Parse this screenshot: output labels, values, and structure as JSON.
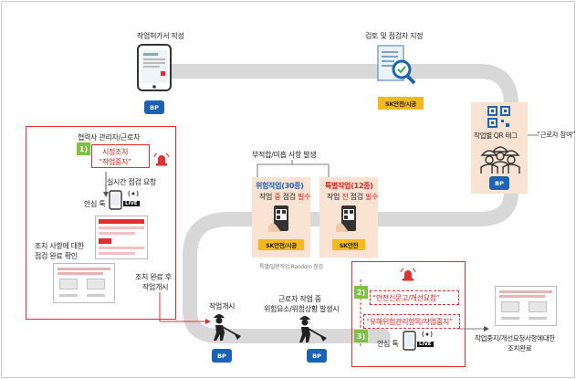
{
  "steps": {
    "write_permit": "작업허가서 작성",
    "review": "검토 및 점검자 지정",
    "sk_safety_public": "SK안전/시공",
    "qr_tag": "작업별 QR 태그",
    "worker_participation": "“근로자 참여”",
    "partner_manager": "협력사 관리자/근로자",
    "onsite_action": "시정조치",
    "stop_work": "“작업중지”",
    "realtime_request": "실시간 점검 요청",
    "safety_talk": "안심 톡",
    "live": "LIVE",
    "confirm_line1": "조치 사항에 대한",
    "confirm_line2": "점검 완료 확인",
    "after_done_line1": "조치 완료 후",
    "after_done_line2": "작업개시",
    "nonconformity": "부적합/미흡 사항 발생",
    "danger_work": "위험작업(30종)",
    "danger_check_prefix": "작업 ",
    "danger_check_mid": "중",
    "danger_check_suffix": " 점검 ",
    "danger_required": "필수",
    "special_work": "특별작업(12종)",
    "special_check_mid": "전",
    "random_check": "특별/일반작업 Random 점검",
    "work_start": "작업개시",
    "worker_line1": "근로자 작업 중",
    "worker_line2": "위험요소/위험상황 발생시",
    "safety_request": "“안전신문고/개선요청”",
    "hazard_stop": "“유해위험관리항목/작업중지”",
    "final_line1": "작업중지/개선요청사항에대한",
    "final_line2": "조치완료",
    "sk_safety": "SK안전",
    "bp": "BP",
    "num1": "1)",
    "num2": "2)",
    "num3": "3)"
  },
  "colors": {
    "red": "#e23030",
    "bp_blue": "#1d63b4",
    "sk_yellow": "#f6b820",
    "green_badge": "#7dc243",
    "flow_gray": "#d8d8d8"
  }
}
